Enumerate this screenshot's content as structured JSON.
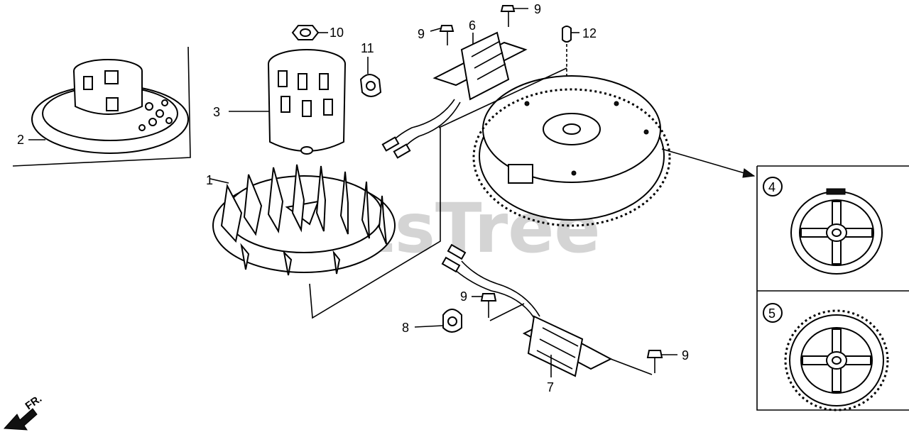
{
  "watermark": "PartsTree",
  "callouts": {
    "c1": "1",
    "c2": "2",
    "c3": "3",
    "c4": "4",
    "c5": "5",
    "c6": "6",
    "c7": "7",
    "c8": "8",
    "c9a": "9",
    "c9b": "9",
    "c9c": "9",
    "c9d": "9",
    "c10": "10",
    "c11": "11",
    "c12": "12"
  },
  "direction_label": "FR."
}
